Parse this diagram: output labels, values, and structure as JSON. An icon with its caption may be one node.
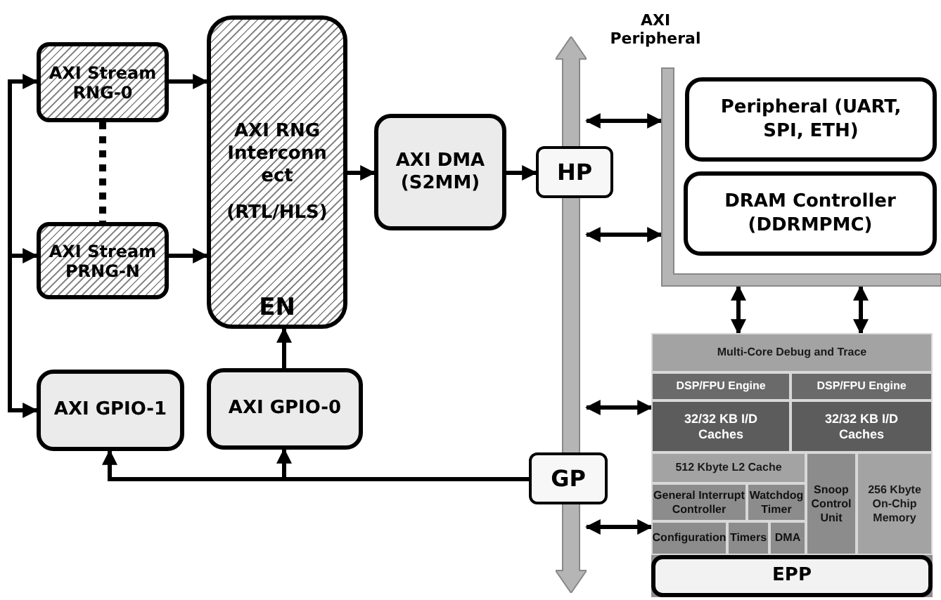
{
  "diagram": {
    "nodes": [
      {
        "text": [
          "AXI Stream RNG-0"
        ]
      },
      {
        "text": [
          "AXI Stream PRNG-N"
        ]
      },
      {
        "text": [
          "AXI RNG Interconnect",
          "(RTL/HLS)",
          "EN"
        ]
      },
      {
        "text": [
          "AXI DMA (S2MM)"
        ]
      },
      {
        "text": [],
        "shape": "bar"
      },
      {
        "text": [
          "Peripheral (UART, SPI, ETH)"
        ]
      },
      {
        "text": [
          "DRAM Controller (DDRMPMC)"
        ]
      },
      {
        "text": [],
        "shape": "bar"
      },
      {
        "text": [
          "HP"
        ]
      },
      {
        "text": [
          "AXI GPIO-1"
        ]
      },
      {
        "text": [
          "AXI GPIO-0"
        ]
      },
      {
        "text": [
          "GP"
        ]
      },
      {
        "text": [],
        "shape": "box"
      },
      {
        "text": [
          "Multi-Core Debug and Trace"
        ],
        "in": 12
      },
      {
        "text": [
          "DSP/FPU Engine"
        ],
        "in": 12
      },
      {
        "text": [
          "DSP/FPU Engine"
        ],
        "in": 12
      },
      {
        "text": [
          "32/32 KB I/D Caches"
        ],
        "in": 12
      },
      {
        "text": [
          "32/32 KB I/D Caches"
        ],
        "in": 12
      },
      {
        "text": [
          "512 Kbyte L2 Cache"
        ],
        "in": 12
      },
      {
        "text": [
          "General Interrupt Controller"
        ],
        "in": 12
      },
      {
        "text": [
          "Watchdog Timer"
        ],
        "in": 12
      },
      {
        "text": [
          "Snoop Control Unit"
        ],
        "in": 12
      },
      {
        "text": [
          "256 Kbyte On-Chip Memory"
        ],
        "in": 12
      },
      {
        "text": [
          "Configuration"
        ],
        "in": 12
      },
      {
        "text": [
          "Timers"
        ],
        "in": 12
      },
      {
        "text": [
          "DMA"
        ],
        "in": 12
      },
      {
        "text": [
          "EPP"
        ],
        "in": 12
      }
    ],
    "edges": [
      {
        "from": null,
        "to": 0,
        "arrow": "to"
      },
      {
        "from": null,
        "to": 1,
        "arrow": "to"
      },
      {
        "from": null,
        "to": 9,
        "arrow": "to"
      },
      {
        "from": 0,
        "to": 1,
        "arrow": "none",
        "style": "dashed"
      },
      {
        "from": 0,
        "to": 2,
        "arrow": "to"
      },
      {
        "from": 1,
        "to": 2,
        "arrow": "to"
      },
      {
        "from": 2,
        "to": 3,
        "arrow": "to"
      },
      {
        "from": 3,
        "to": 8,
        "arrow": "to"
      },
      {
        "from": 10,
        "to": 2,
        "arrow": "to"
      },
      {
        "from": 11,
        "to": 10,
        "arrow": "to"
      },
      {
        "from": 11,
        "to": 9,
        "arrow": "to"
      },
      {
        "from": 4,
        "to": 7,
        "arrow": "both"
      },
      {
        "from": 4,
        "to": 7,
        "arrow": "both"
      },
      {
        "from": 7,
        "to": 13,
        "arrow": "both"
      },
      {
        "from": 7,
        "to": 13,
        "arrow": "both"
      },
      {
        "from": 4,
        "to": 16,
        "arrow": "both"
      },
      {
        "from": 4,
        "to": 23,
        "arrow": "both"
      }
    ],
    "labels": [
      "AXI Peripheral"
    ]
  }
}
